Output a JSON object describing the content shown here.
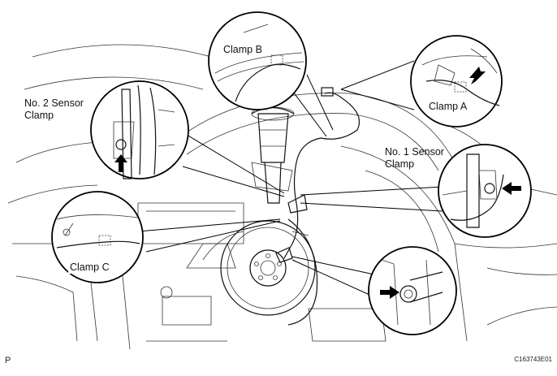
{
  "labels": {
    "clamp_a": "Clamp A",
    "clamp_b": "Clamp B",
    "clamp_c": "Clamp C",
    "no1_sensor_clamp": "No. 1 Sensor Clamp",
    "no2_sensor_clamp": "No. 2 Sensor Clamp"
  },
  "corner": {
    "left": "P",
    "right": "C163743E01"
  }
}
